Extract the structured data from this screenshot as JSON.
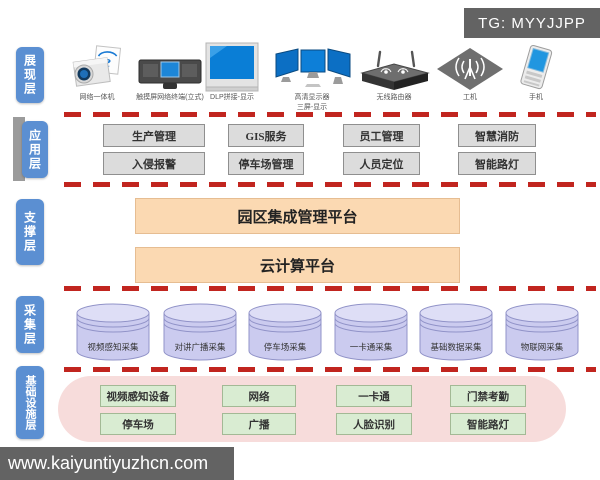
{
  "colors": {
    "layer-label-bg": "#5b8fd2",
    "dash-red": "#c1251f",
    "app-box-bg": "#dcdcdc",
    "platform-bg": "#fbd9b2",
    "platform-border": "#e6bd92",
    "cylinder-bg": "#cbcbef",
    "cylinder-border": "#9193c8",
    "infra-bg": "#f7dcdb",
    "facility-bg": "#d9ecd2",
    "facility-border": "#a3b995",
    "watermark-bg": "#636363"
  },
  "watermarks": {
    "top": "TG: MYYJJPP",
    "bottom": "www.kaiyuntiyuzhcn.com"
  },
  "layers": {
    "presentation": {
      "label": "展现层",
      "devices": [
        {
          "label": "网络一体机"
        },
        {
          "label": "触摸屏网络终端(立式)"
        },
        {
          "label": "DLP拼接-显示"
        },
        {
          "label": "高清显示器",
          "label2": "三屏-显示"
        },
        {
          "label": "无线路由器"
        },
        {
          "label": "工机"
        },
        {
          "label": "手机"
        }
      ]
    },
    "application": {
      "label": "应用层",
      "apps": [
        "生产管理",
        "GIS服务",
        "员工管理",
        "智慧消防",
        "入侵报警",
        "停车场管理",
        "人员定位",
        "智能路灯"
      ]
    },
    "support": {
      "label": "支撑层",
      "platforms": [
        "园区集成管理平台",
        "云计算平台"
      ]
    },
    "collection": {
      "label": "采集层",
      "databases": [
        "视频感知采集",
        "对讲广播采集",
        "停车场采集",
        "一卡通采集",
        "基础数据采集",
        "物联网采集"
      ]
    },
    "infrastructure": {
      "label": "基础设施层",
      "facilities": [
        "视频感知设备",
        "网络",
        "一卡通",
        "门禁考勤",
        "停车场",
        "广播",
        "人脸识别",
        "智能路灯"
      ]
    }
  }
}
